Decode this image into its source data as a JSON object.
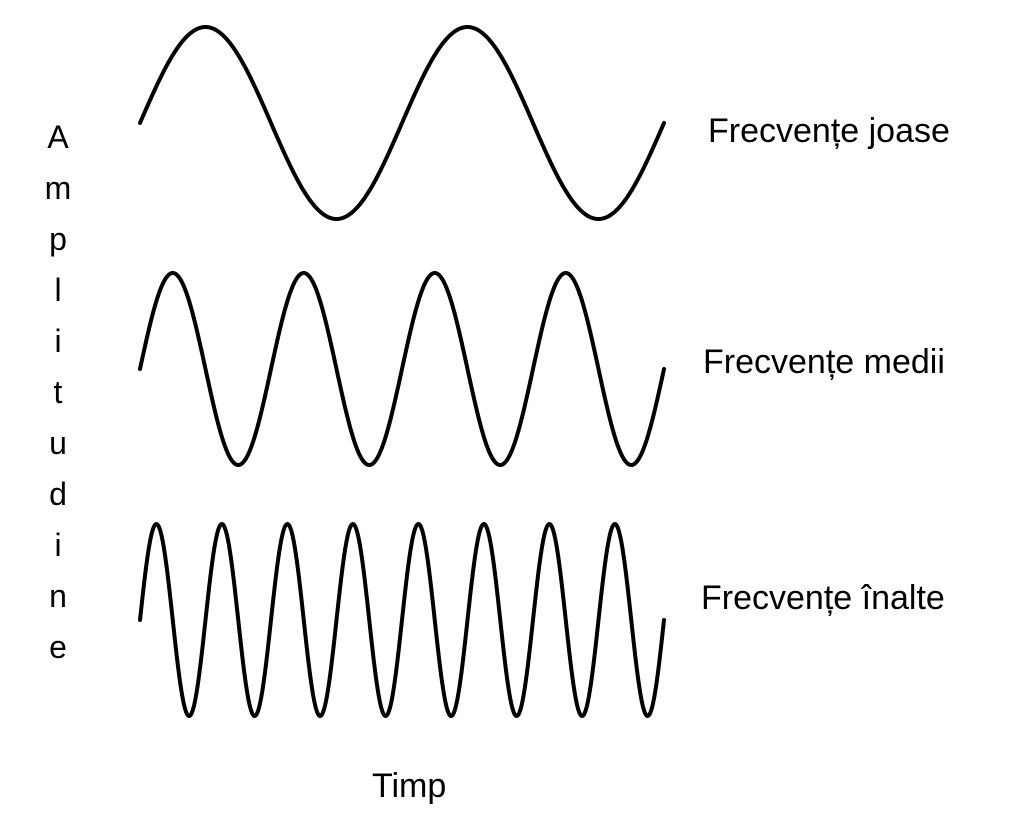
{
  "y_axis_label": "Amplitudine",
  "x_axis_label": "Timp",
  "waves": [
    {
      "label": "Frecvențe joase",
      "cycles": 2
    },
    {
      "label": "Frecvențe medii",
      "cycles": 4
    },
    {
      "label": "Frecvențe înalte",
      "cycles": 8
    }
  ],
  "colors": {
    "stroke": "#000000",
    "background": "#ffffff"
  }
}
